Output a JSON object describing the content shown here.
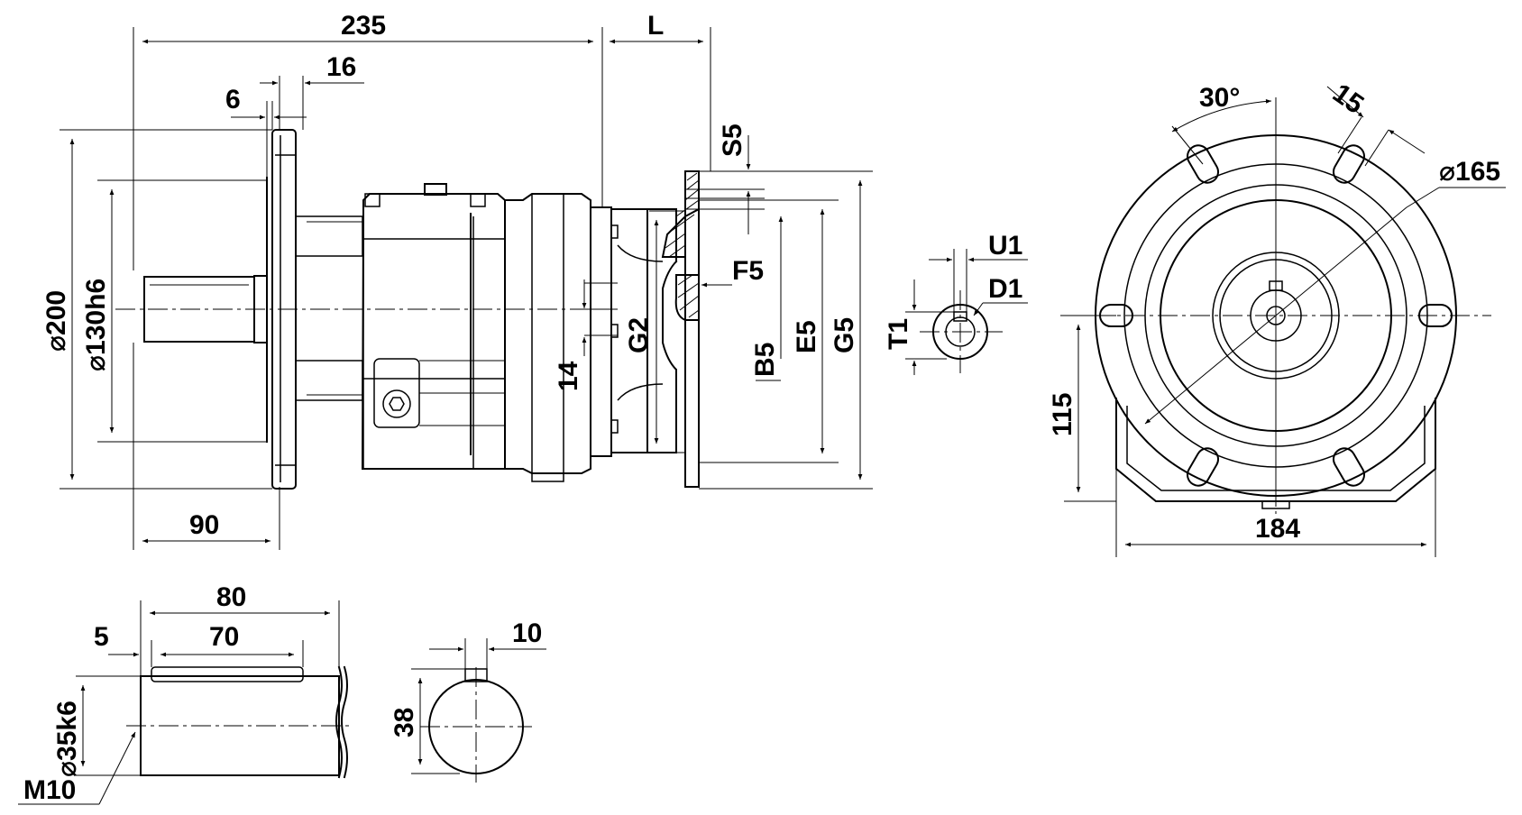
{
  "diagram": {
    "side_view": {
      "overall_length": "235",
      "output_extension": "L",
      "flange_thickness": "16",
      "spigot_depth": "6",
      "shaft_length": "90",
      "flange_diameter": "⌀200",
      "spigot_diameter": "⌀130h6",
      "center_offset": "14"
    },
    "motor_flange": {
      "flange_thickness": "S5",
      "spigot_depth": "F5",
      "bore_diameter": "G2",
      "spigot_diameter": "B5",
      "bolt_circle": "E5",
      "flange_diameter": "G5"
    },
    "input_shaft": {
      "key_width": "U1",
      "shaft_diameter": "D1",
      "key_height": "T1"
    },
    "end_view": {
      "slot_angle": "30°",
      "slot_width": "15",
      "bolt_circle": "⌀165",
      "center_height": "115",
      "foot_width": "184"
    },
    "output_shaft": {
      "shaft_length": "80",
      "key_length": "70",
      "key_offset": "5",
      "shaft_diameter": "⌀35k6",
      "center_thread": "M10"
    },
    "shaft_section": {
      "key_width": "10",
      "key_height": "38"
    }
  }
}
